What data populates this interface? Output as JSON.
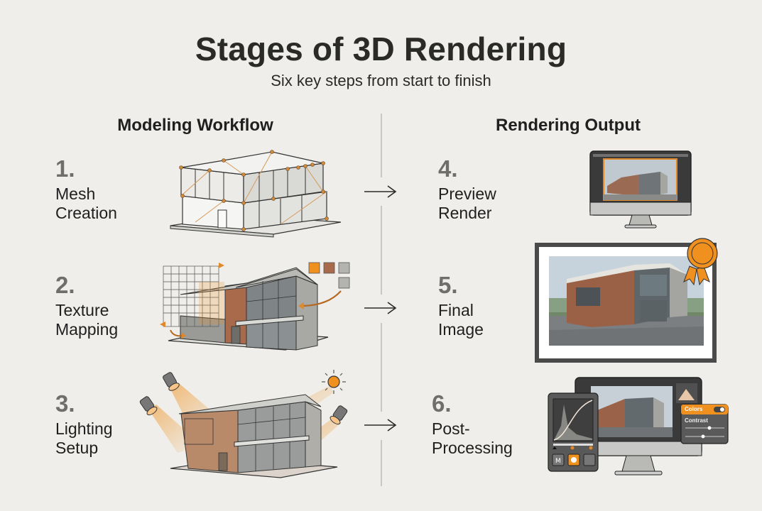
{
  "header": {
    "title": "Stages of 3D Rendering",
    "subtitle": "Six key steps from start to finish"
  },
  "columns": {
    "left": {
      "heading": "Modeling Workflow"
    },
    "right": {
      "heading": "Rendering Output"
    }
  },
  "steps": [
    {
      "number": "1.",
      "line1": "Mesh",
      "line2": "Creation",
      "illustration": "wireframe-building-icon"
    },
    {
      "number": "2.",
      "line1": "Texture",
      "line2": "Mapping",
      "illustration": "textured-building-icon"
    },
    {
      "number": "3.",
      "line1": "Lighting",
      "line2": "Setup",
      "illustration": "lit-building-icon"
    },
    {
      "number": "4.",
      "line1": "Preview",
      "line2": "Render",
      "illustration": "monitor-preview-icon"
    },
    {
      "number": "5.",
      "line1": "Final",
      "line2": "Image",
      "illustration": "framed-image-award-icon"
    },
    {
      "number": "6.",
      "line1": "Post-",
      "line2": "Processing",
      "illustration": "editing-software-icon"
    }
  ],
  "post_processing_panel": {
    "colors_label": "Colors",
    "contrast_label": "Contrast"
  },
  "colors": {
    "background": "#efeeea",
    "accent_orange": "#f0901e",
    "brick": "#a86a4a",
    "concrete": "#a8a8a4",
    "number_gray": "#6e6e6a",
    "text_dark": "#1f1f1f"
  }
}
